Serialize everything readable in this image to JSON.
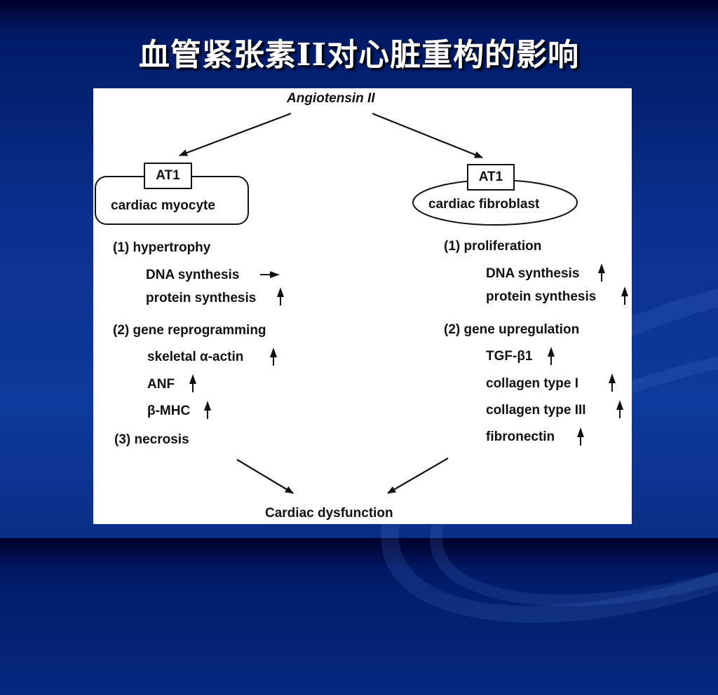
{
  "slide": {
    "title": "血管紧张素II对心脏重构的影响"
  },
  "diagram": {
    "top_label": "Angiotensin II",
    "bottom_label": "Cardiac  dysfunction",
    "left": {
      "receptor": "AT1",
      "cell": "cardiac myocyte",
      "sections": [
        {
          "heading": "(1) hypertrophy",
          "items": [
            {
              "label": "DNA synthesis",
              "change": "right-arrow-icon"
            },
            {
              "label": "protein synthesis",
              "change": "up-arrow-icon"
            }
          ]
        },
        {
          "heading": "(2) gene reprogramming",
          "items": [
            {
              "label": "skeletal  α-actin",
              "change": "up-arrow-icon"
            },
            {
              "label": "ANF",
              "change": "up-arrow-icon"
            },
            {
              "label": "β-MHC",
              "change": "up-arrow-icon"
            }
          ]
        },
        {
          "heading": "(3) necrosis",
          "items": []
        }
      ]
    },
    "right": {
      "receptor": "AT1",
      "cell": "cardiac fibroblast",
      "sections": [
        {
          "heading": "(1) proliferation",
          "items": [
            {
              "label": "DNA synthesis",
              "change": "up-arrow-icon"
            },
            {
              "label": "protein  synthesis",
              "change": "up-arrow-icon"
            }
          ]
        },
        {
          "heading": "(2) gene upregulation",
          "items": [
            {
              "label": "TGF-β1",
              "change": "up-arrow-icon"
            },
            {
              "label": "collagen  type I",
              "change": "up-arrow-icon"
            },
            {
              "label": "collagen  type III",
              "change": "up-arrow-icon"
            },
            {
              "label": "fibronectin",
              "change": "up-arrow-icon"
            }
          ]
        }
      ]
    }
  },
  "colors": {
    "background": "#0b2f8e",
    "title": "#ffffff",
    "panel": "#ffffff",
    "ink": "#111111"
  }
}
